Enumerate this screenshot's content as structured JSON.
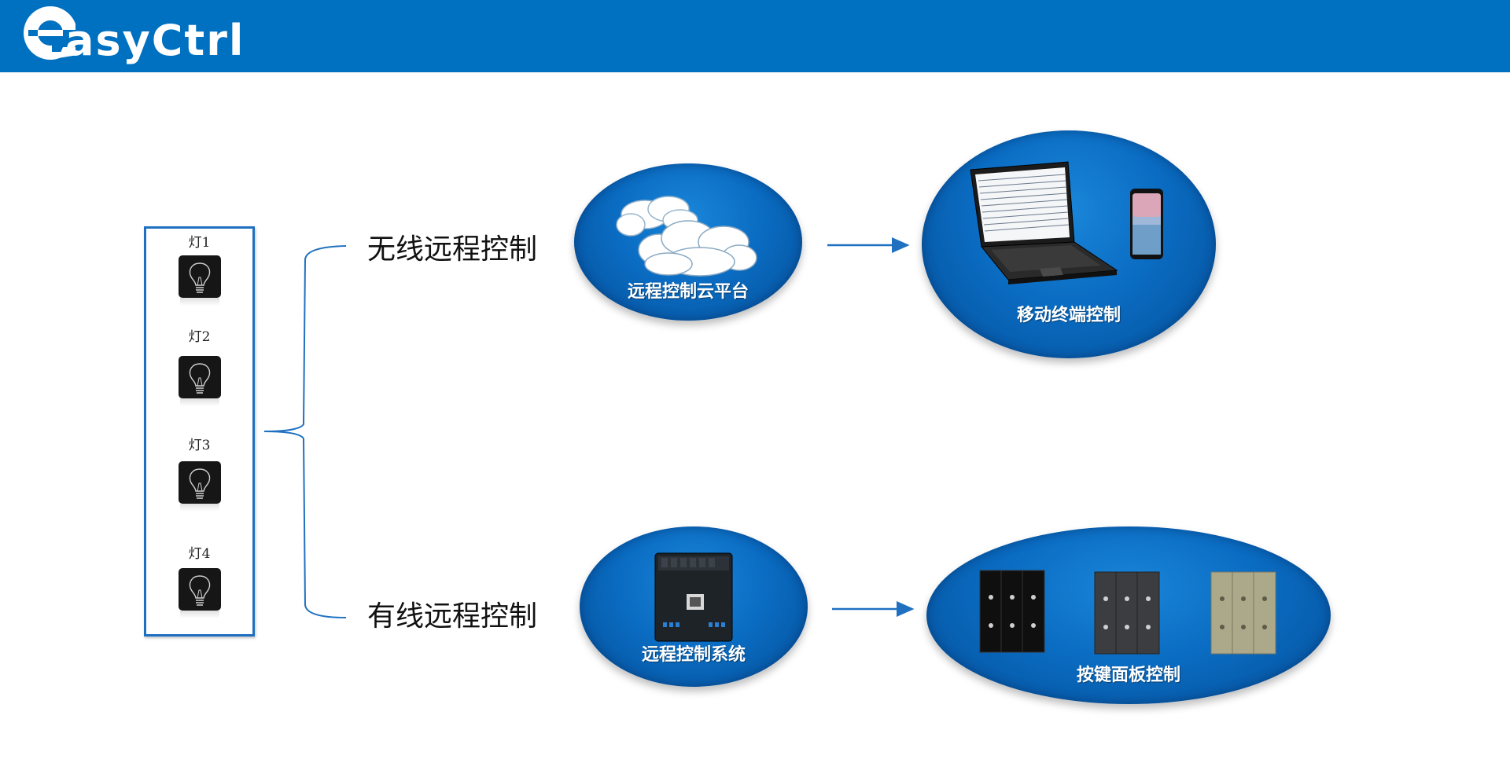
{
  "brand": {
    "logo_text": "asyCtrl",
    "logo_letter": "e"
  },
  "lights": [
    {
      "label": "灯1"
    },
    {
      "label": "灯2"
    },
    {
      "label": "灯3"
    },
    {
      "label": "灯4"
    }
  ],
  "branches": {
    "wireless": {
      "label": "无线远程控制",
      "platform_label": "远程控制云平台",
      "terminal_label": "移动终端控制"
    },
    "wired": {
      "label": "有线远程控制",
      "system_label": "远程控制系统",
      "panel_label": "按键面板控制"
    }
  },
  "colors": {
    "header": "#0070c0",
    "ellipse": "#0a6cc2",
    "line": "#1f70c1"
  }
}
